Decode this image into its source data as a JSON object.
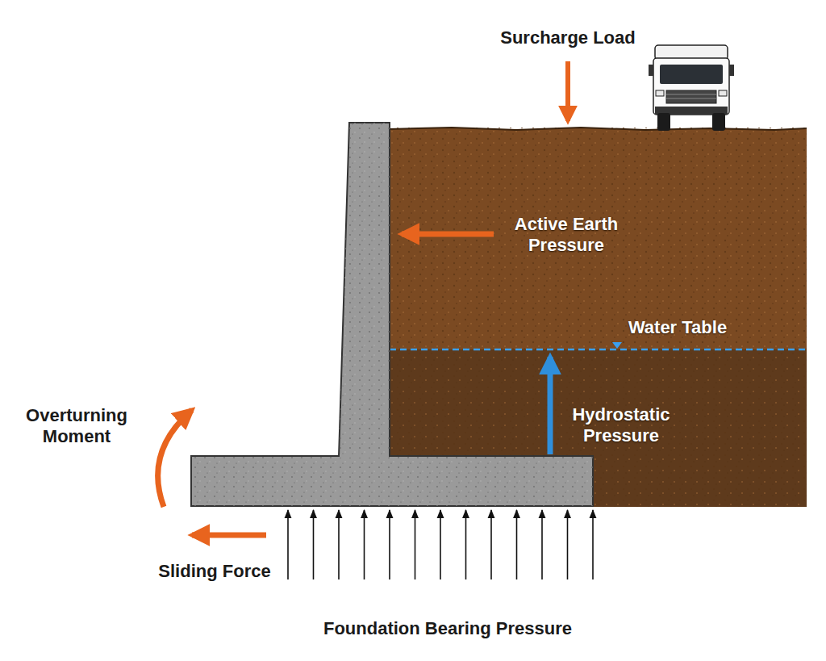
{
  "diagram": {
    "labels": [
      "Surcharge Load",
      "Active Earth Pressure",
      "Water Table",
      "Hydrostatic Pressure",
      "Overturning Moment",
      "Sliding Force",
      "Foundation Bearing Pressure"
    ]
  }
}
